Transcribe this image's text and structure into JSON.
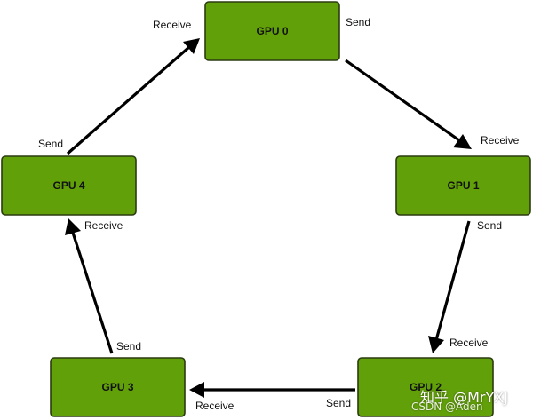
{
  "diagram": {
    "nodes": [
      {
        "id": "gpu0",
        "label": "GPU 0"
      },
      {
        "id": "gpu1",
        "label": "GPU 1"
      },
      {
        "id": "gpu2",
        "label": "GPU 2"
      },
      {
        "id": "gpu3",
        "label": "GPU 3"
      },
      {
        "id": "gpu4",
        "label": "GPU 4"
      }
    ],
    "edges": [
      {
        "from": "gpu0",
        "to": "gpu1",
        "send_label": "Send",
        "receive_label": "Receive"
      },
      {
        "from": "gpu1",
        "to": "gpu2",
        "send_label": "Send",
        "receive_label": "Receive"
      },
      {
        "from": "gpu2",
        "to": "gpu3",
        "send_label": "Send",
        "receive_label": "Receive"
      },
      {
        "from": "gpu3",
        "to": "gpu4",
        "send_label": "Send",
        "receive_label": "Receive"
      },
      {
        "from": "gpu4",
        "to": "gpu0",
        "send_label": "Send",
        "receive_label": "Receive"
      }
    ],
    "colors": {
      "node_fill": "#62a00a",
      "node_border": "#2b3a10",
      "arrow": "#000000"
    }
  },
  "watermark": {
    "zhihu": "知乎 @MrYXJ",
    "csdn": "CSDN @Aden"
  }
}
